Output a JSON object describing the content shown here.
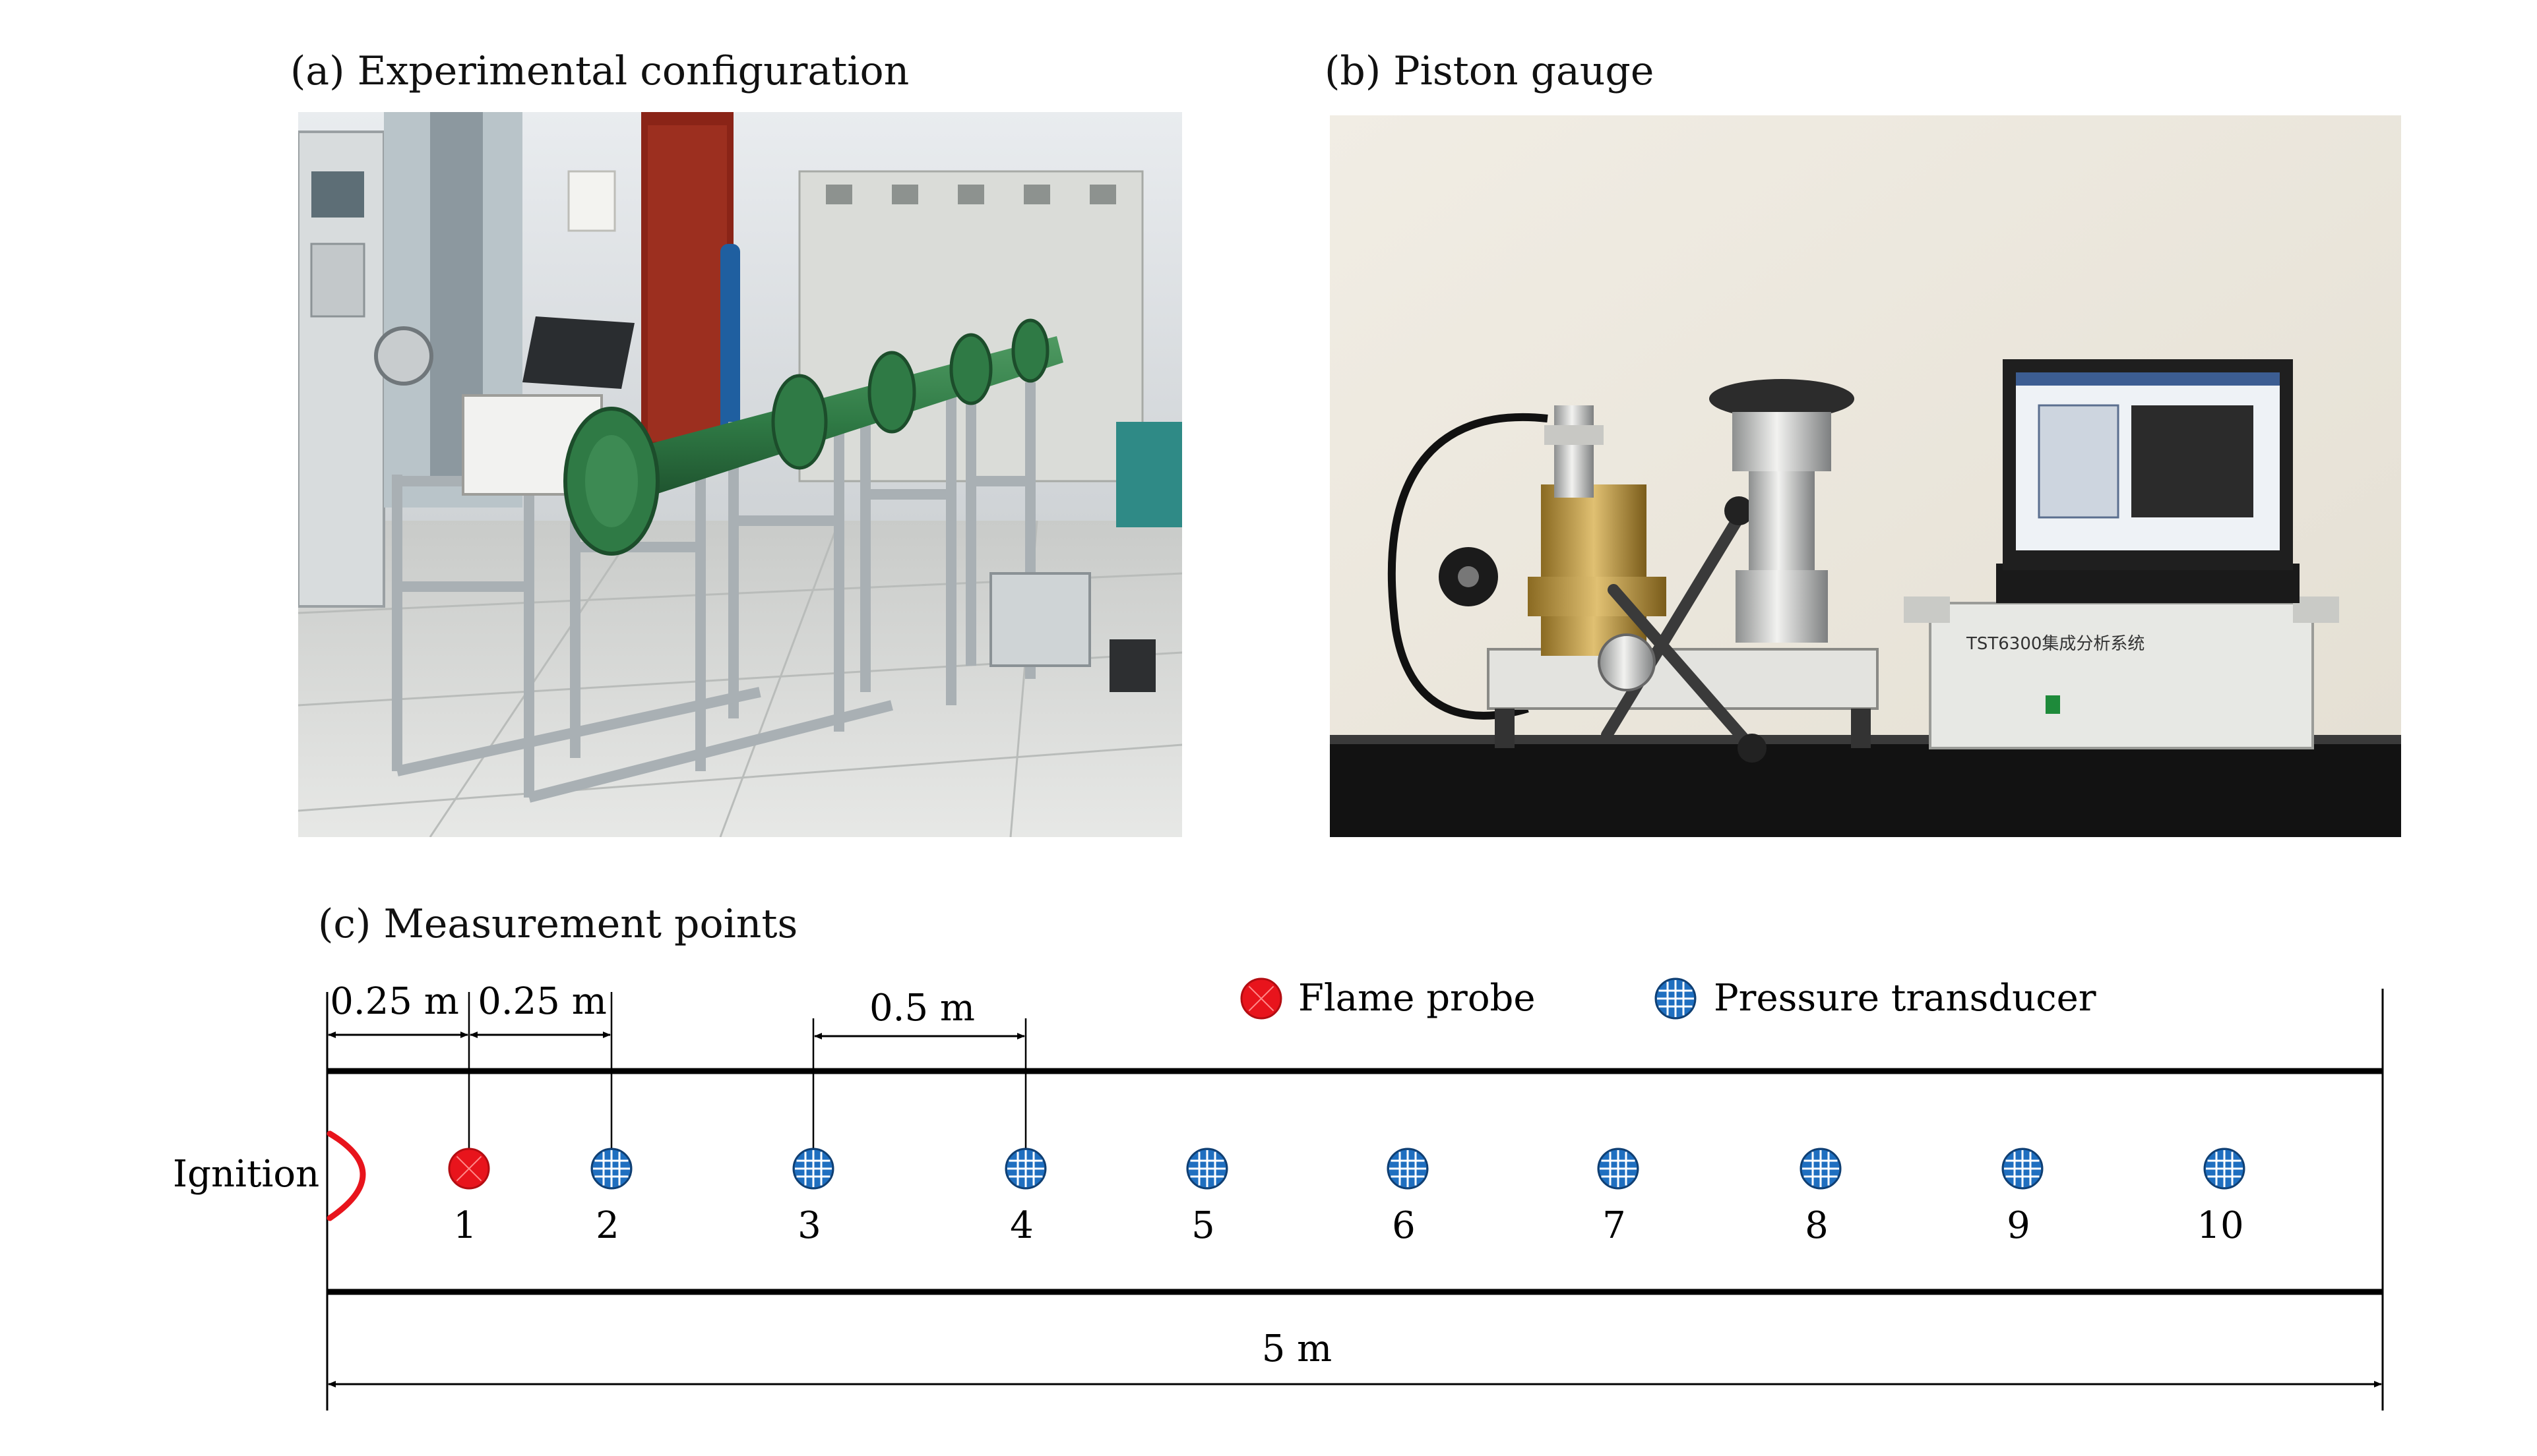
{
  "panels": {
    "a_caption": "(a) Experimental configuration",
    "b_caption": "(b) Piston gauge",
    "c_caption": "(c) Measurement points"
  },
  "panel_b": {
    "device_label": "TST6300集成分析系统"
  },
  "diagram": {
    "ignition_label": "Ignition",
    "spacing_1": "0.25 m",
    "spacing_2": "0.25 m",
    "spacing_3": "0.5 m",
    "total_length": "5 m",
    "legend": {
      "flame_probe": "Flame probe",
      "pressure_transducer": "Pressure transducer"
    },
    "points": [
      {
        "label": "1",
        "kind": "flame_probe"
      },
      {
        "label": "2",
        "kind": "pressure_transducer"
      },
      {
        "label": "3",
        "kind": "pressure_transducer"
      },
      {
        "label": "4",
        "kind": "pressure_transducer"
      },
      {
        "label": "5",
        "kind": "pressure_transducer"
      },
      {
        "label": "6",
        "kind": "pressure_transducer"
      },
      {
        "label": "7",
        "kind": "pressure_transducer"
      },
      {
        "label": "8",
        "kind": "pressure_transducer"
      },
      {
        "label": "9",
        "kind": "pressure_transducer"
      },
      {
        "label": "10",
        "kind": "pressure_transducer"
      }
    ]
  },
  "colors": {
    "flame_probe": "#e8141c",
    "pressure_transducer": "#1f6fc0",
    "tube_line": "#000000",
    "pipe_green": "#2f7a45"
  }
}
